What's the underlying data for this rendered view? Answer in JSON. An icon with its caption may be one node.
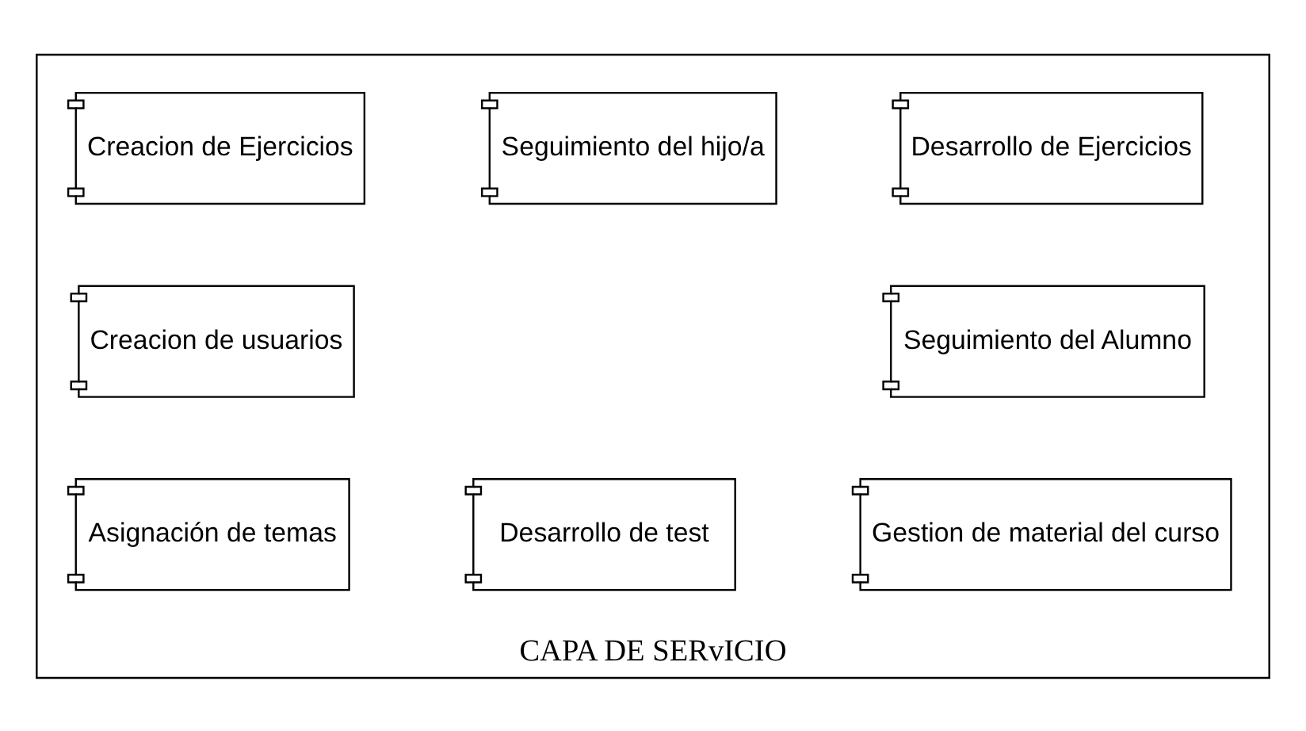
{
  "diagram": {
    "nodes": [
      {
        "text": [
          "CAPA DE SERvICIO"
        ]
      },
      {
        "text": [
          "Desarrollo de Ejercicios"
        ],
        "in": 0
      },
      {
        "text": [
          "Seguimiento del hijo/a"
        ],
        "in": 0
      },
      {
        "text": [
          "Creacion de Ejercicios"
        ],
        "in": 0
      },
      {
        "text": [
          "Seguimiento del Alumno"
        ],
        "in": 0
      },
      {
        "text": [
          "Creacion de usuarios"
        ],
        "in": 0
      },
      {
        "text": [
          "Gestion de material del curso"
        ],
        "in": 0
      },
      {
        "text": [
          "Desarrollo de test"
        ],
        "in": 0
      },
      {
        "text": [
          "Asignación de temas"
        ],
        "in": 0
      }
    ],
    "edges": []
  }
}
